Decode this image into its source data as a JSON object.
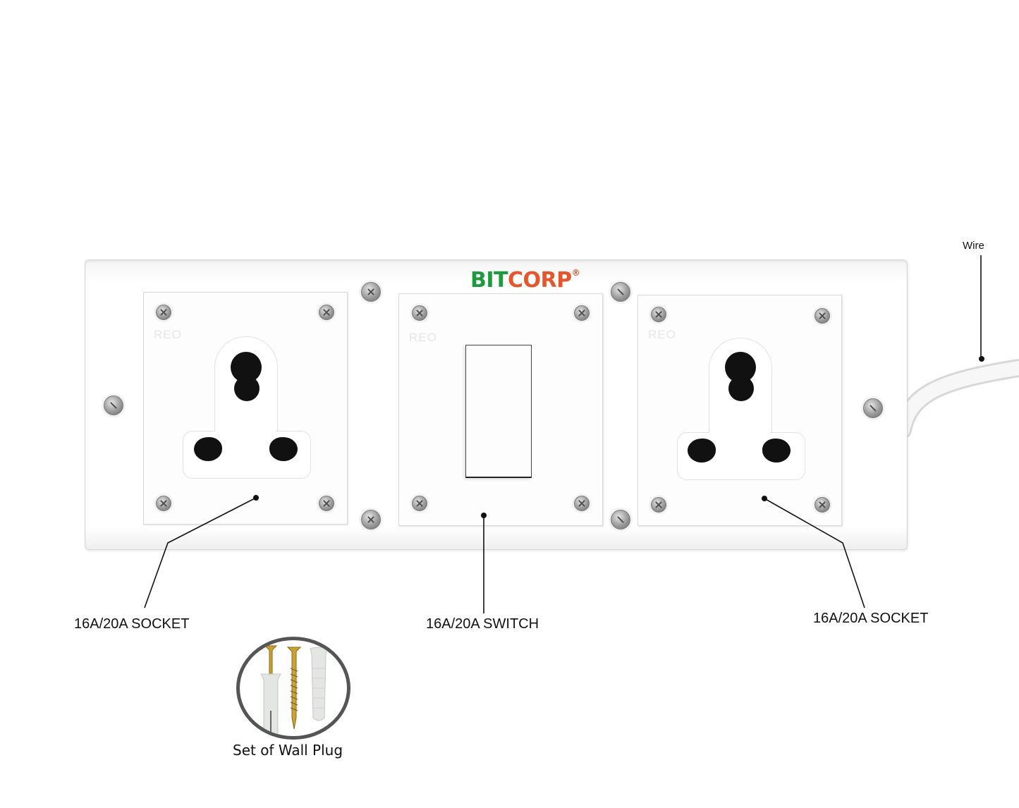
{
  "brand": {
    "part1": "BIT",
    "part2": "CORP",
    "registered_mark": "®",
    "colors": {
      "part1": "#1f9a3f",
      "part2": "#e4572e"
    }
  },
  "modules": [
    {
      "type": "socket",
      "maker_mark": "REO",
      "label": "16A/20A SOCKET"
    },
    {
      "type": "switch",
      "maker_mark": "REO",
      "label": "16A/20A SWITCH"
    },
    {
      "type": "socket",
      "maker_mark": "REO",
      "label": "16A/20A SOCKET"
    }
  ],
  "callouts": {
    "wire": "Wire",
    "left_socket": "16A/20A SOCKET",
    "switch": "16A/20A SWITCH",
    "right_socket": "16A/20A SOCKET"
  },
  "accessory": {
    "caption": "Set of Wall Plug",
    "items": [
      "screw-with-anchor",
      "screw",
      "wall-anchor"
    ]
  }
}
